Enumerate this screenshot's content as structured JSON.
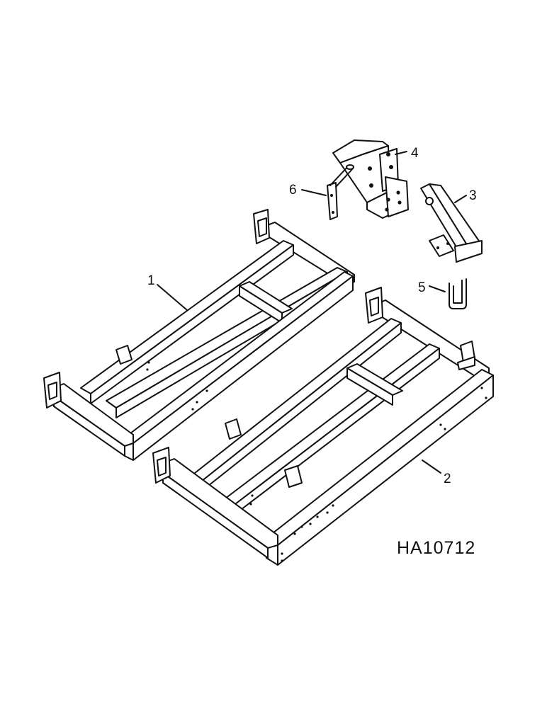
{
  "callouts": {
    "part_1": "1",
    "part_2": "2",
    "part_3": "3",
    "part_4": "4",
    "part_5": "5",
    "part_6": "6"
  },
  "drawing_id": "HA10712"
}
